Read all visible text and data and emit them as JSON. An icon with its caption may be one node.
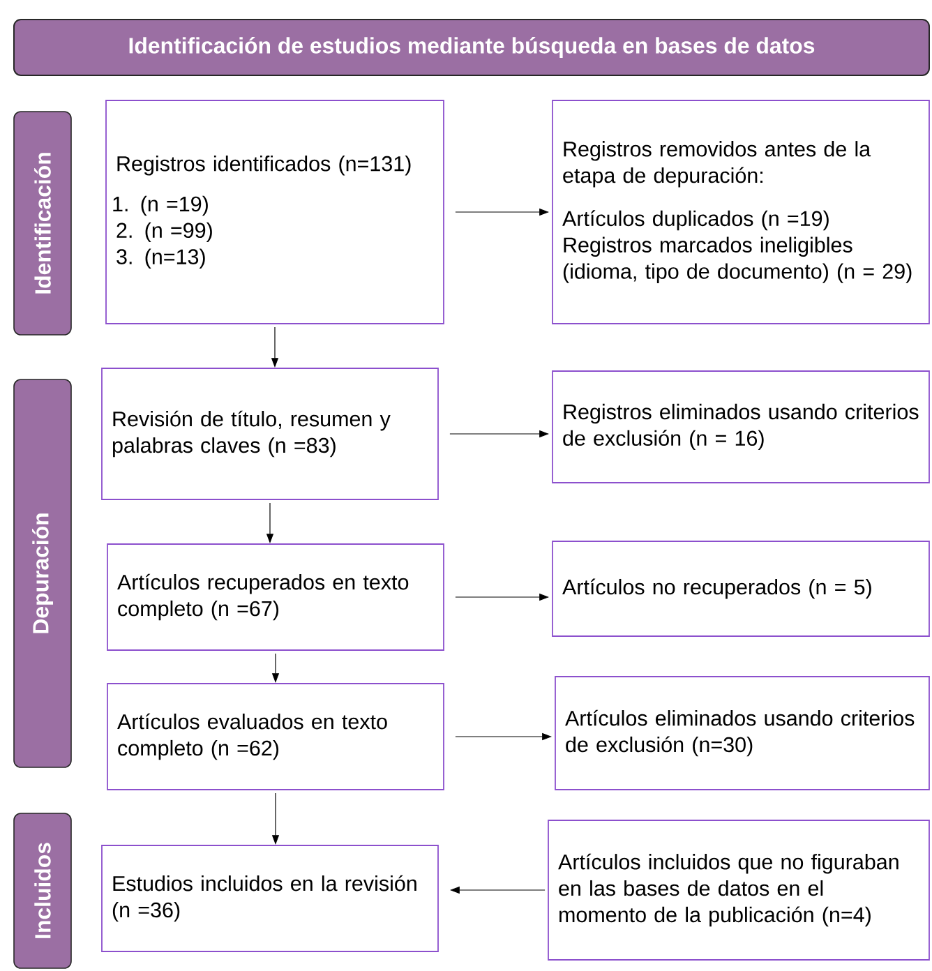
{
  "diagram": {
    "nodes": [
      {
        "text": [
          "Identificación de estudios mediante búsqueda en bases de datos"
        ]
      },
      {
        "text": [
          "Identificación"
        ]
      },
      {
        "text": [
          "Depuración"
        ]
      },
      {
        "text": [
          "Incluidos"
        ]
      },
      {
        "text": [
          "Registros identificados (n=131)",
          "1. (n =19)",
          "2. (n =99)",
          "3. (n=13)"
        ]
      },
      {
        "text": [
          "Registros removidos antes de la etapa de depuración:",
          "Artículos duplicados (n =19)",
          "Registros marcados ineligibles (idioma, tipo de documento) (n = 29)"
        ]
      },
      {
        "text": [
          "Revisión de título, resumen y palabras claves (n =83)"
        ]
      },
      {
        "text": [
          "Registros eliminados usando criterios de exclusión (n = 16)"
        ]
      },
      {
        "text": [
          "Artículos recuperados en texto completo (n =67)"
        ]
      },
      {
        "text": [
          "Artículos no recuperados (n = 5)"
        ]
      },
      {
        "text": [
          "Artículos evaluados en texto completo (n =62)"
        ]
      },
      {
        "text": [
          "Artículos eliminados usando criterios de exclusión (n=30)"
        ]
      },
      {
        "text": [
          "Estudios incluidos en la revisión (n =36)"
        ]
      },
      {
        "text": [
          "Artículos incluidos que no figuraban en las bases de datos en el momento de la publicación (n=4)"
        ]
      }
    ],
    "edges": [
      {
        "from": 4,
        "to": 5,
        "arrow": "to"
      },
      {
        "from": 4,
        "to": 6,
        "arrow": "to"
      },
      {
        "from": 6,
        "to": 7,
        "arrow": "to"
      },
      {
        "from": 6,
        "to": 8,
        "arrow": "to"
      },
      {
        "from": 8,
        "to": 9,
        "arrow": "to"
      },
      {
        "from": 8,
        "to": 10,
        "arrow": "to"
      },
      {
        "from": 10,
        "to": 11,
        "arrow": "to"
      },
      {
        "from": 10,
        "to": 12,
        "arrow": "to"
      },
      {
        "from": 13,
        "to": 12,
        "arrow": "to"
      }
    ]
  }
}
